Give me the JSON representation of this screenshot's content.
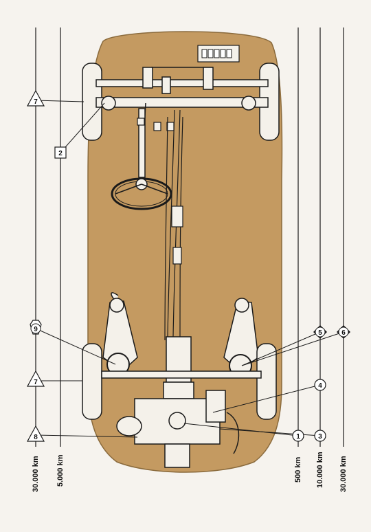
{
  "left_scales": [
    {
      "label": "30.000  km"
    },
    {
      "label": "5.000  km"
    }
  ],
  "right_scales": [
    {
      "label": "500  km"
    },
    {
      "label": "10.000  km"
    },
    {
      "label": "30.000  km"
    }
  ],
  "markers": {
    "m1": "1",
    "m2": "2",
    "m3": "3",
    "m4": "4",
    "m5": "5",
    "m6": "6",
    "m7a": "7",
    "m7b": "7",
    "m8": "8",
    "m9": "9"
  },
  "colors": {
    "body": "#c49a61",
    "line": "#1a1a1a",
    "paper": "#f6f3ee",
    "tyre": "#f4f1ea"
  }
}
